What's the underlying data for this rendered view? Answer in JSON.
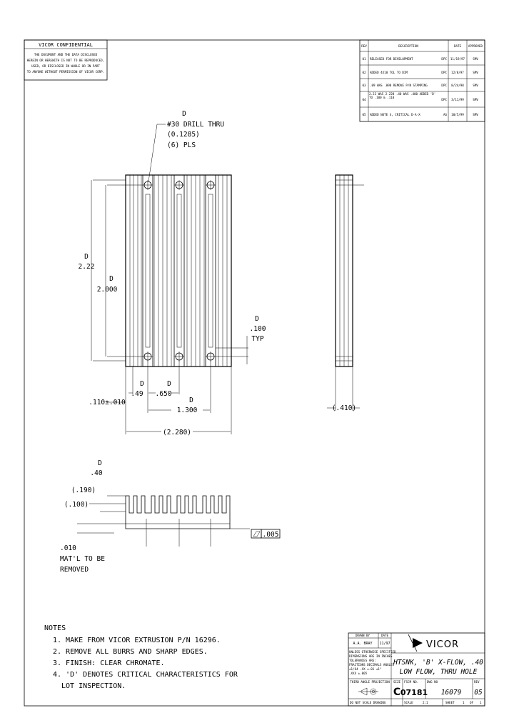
{
  "confidential": {
    "heading": "VICOR CONFIDENTIAL",
    "lines": [
      "THE DOCUMENT AND THE DATA DISCLOSED",
      "HEREIN OR HEREWITH IS NOT TO BE REPRODUCED,",
      "USED, OR DISCLOSED IN WHOLE OR IN PART",
      "TO ANYONE WITHOUT PERMISSION OF VICOR CORP."
    ]
  },
  "revision_table": {
    "headers": [
      "REV",
      "DESCRIPTION",
      "DATE",
      "APPROVED"
    ],
    "rows": [
      {
        "rev": "01",
        "description": "RELEASED FOR DEVELOPMENT",
        "by": "DPC",
        "date": "11/19/97",
        "approved": "SMV"
      },
      {
        "rev": "02",
        "description": "ADDED 4X10 TOL TO DIM",
        "by": "DPC",
        "date": "12/8/97",
        "approved": "SMV"
      },
      {
        "rev": "03",
        "description": ".09 WAS .098 REMOVE P/N STAMPING",
        "by": "DPC",
        "date": "8/24/98",
        "approved": "SMV"
      },
      {
        "rev": "04",
        "description": "2.22 WAS 2.220 .40 WAS .400 ADDED 'D' TO .100 & .110",
        "by": "DPC",
        "date": "3/11/99",
        "approved": "SMV"
      },
      {
        "rev": "05",
        "description": "ADDED NOTE 4, CRITICAL D-A-X",
        "by": "AG",
        "date": "10/5/99",
        "approved": "SMV"
      }
    ]
  },
  "callouts": {
    "drill_mark": "D",
    "drill_line1": "#30 DRILL THRU",
    "drill_line2": "(0.1285)",
    "drill_line3": "(6) PLS",
    "dim_222_mark": "D",
    "dim_222": "2.22",
    "dim_2000_mark": "D",
    "dim_2000": "2.000",
    "dim_100_mark": "D",
    "dim_100": ".100",
    "dim_100_typ": "TYP",
    "dim_49_mark": "D",
    "dim_49": ".49",
    "dim_650_mark": "D",
    "dim_650": ".650",
    "dim_110": ".110±.010",
    "dim_1300_mark": "D",
    "dim_1300": "1.300",
    "dim_2280": "(2.280)",
    "dim_410": "(.410)",
    "dim_40_mark": "D",
    "dim_40": ".40",
    "dim_190": "(.190)",
    "dim_100b": "(.100)",
    "flatness": ".005",
    "matl_1": ".010",
    "matl_2": "MAT'L TO BE",
    "matl_3": "REMOVED"
  },
  "notes": {
    "title": "NOTES",
    "items": [
      "1. MAKE FROM VICOR EXTRUSION P/N 16296.",
      "2. REMOVE ALL BURRS AND SHARP EDGES.",
      "3. FINISH: CLEAR CHROMATE.",
      "4. 'D' DENOTES CRITICAL CHARACTERISTICS FOR",
      "LOT INSPECTION."
    ]
  },
  "title_block": {
    "drawn_by_label": "DRAWN BY",
    "date_label": "DATE",
    "drawn_by": "A.A. BRAY",
    "drawn_date": "11/97",
    "tolerance_lines": [
      "UNLESS OTHERWISE SPECIFIED",
      "DIMENSIONS ARE IN INCHES",
      "TOLERANCES ARE:",
      "FRACTIONS  DECIMALS  ANGLES",
      "±1/64  .XX ±.01  ±1°",
      "        .XXX ±.005"
    ],
    "company": "VICOR",
    "title_line1": "HTSNK, 'B' X-FLOW, .40",
    "title_line2": "LOW FLOW, THRU HOLE",
    "projection_label": "THIRD ANGLE PROJECTION",
    "size_label": "SIZE",
    "size": "C",
    "fscm_label": "FSCM NO.",
    "fscm": "07181",
    "dwg_label": "DWG NO",
    "dwg": "16079",
    "rev_label": "REV",
    "rev": "05",
    "no_scale": "DO NOT SCALE DRAWING",
    "scale_label": "SCALE",
    "scale": "2:1",
    "sheet_label": "SHEET",
    "sheet": "1",
    "of_label": "OF",
    "of": "1"
  }
}
